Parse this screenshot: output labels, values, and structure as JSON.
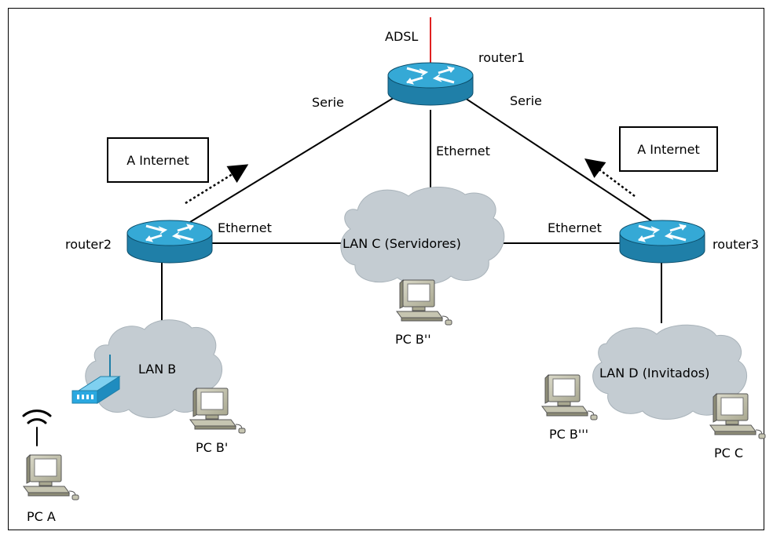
{
  "labels": {
    "adsl": "ADSL",
    "router1": "router1",
    "router2": "router2",
    "router3": "router3",
    "serie_left": "Serie",
    "serie_right": "Serie",
    "ethernet_r1": "Ethernet",
    "ethernet_r2": "Ethernet",
    "ethernet_r3": "Ethernet",
    "internet_left": "A Internet",
    "internet_right": "A Internet",
    "lan_b": "LAN B",
    "lan_c": "LAN C (Servidores)",
    "lan_d": "LAN D (Invitados)",
    "pc_a": "PC A",
    "pc_b1": "PC B'",
    "pc_b2": "PC B''",
    "pc_b3": "PC B'''",
    "pc_c": "PC C"
  },
  "colors": {
    "router_top": "#35a9d6",
    "router_side": "#1f7fa8",
    "cloud": "#c4ccd2",
    "adsl_line": "#e02020",
    "wifi_ap": "#2aa8e0"
  }
}
